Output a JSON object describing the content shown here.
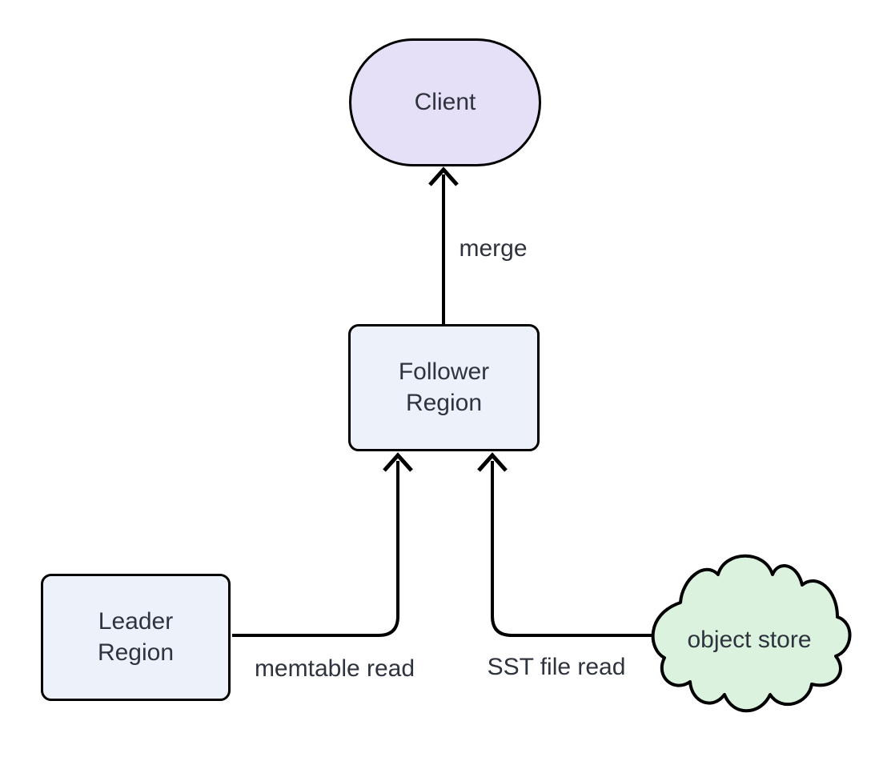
{
  "diagram": {
    "background": "#ffffff",
    "line_color": "#000000",
    "text_color": "#2e333d",
    "nodes": {
      "client": {
        "label": "Client",
        "shape": "stadium",
        "fill": "#e6dff8"
      },
      "follower_region": {
        "label": "Follower\nRegion",
        "shape": "rectangle",
        "fill": "#edf1fa"
      },
      "leader_region": {
        "label": "Leader\nRegion",
        "shape": "rectangle",
        "fill": "#edf1fa"
      },
      "object_store": {
        "label": "object store",
        "shape": "cloud",
        "fill": "#dbf2df"
      }
    },
    "edges": {
      "merge": {
        "from": "follower_region",
        "to": "client",
        "label": "merge"
      },
      "memtable_read": {
        "from": "leader_region",
        "to": "follower_region",
        "label": "memtable read"
      },
      "sst_file_read": {
        "from": "object_store",
        "to": "follower_region",
        "label": "SST file read"
      }
    }
  }
}
